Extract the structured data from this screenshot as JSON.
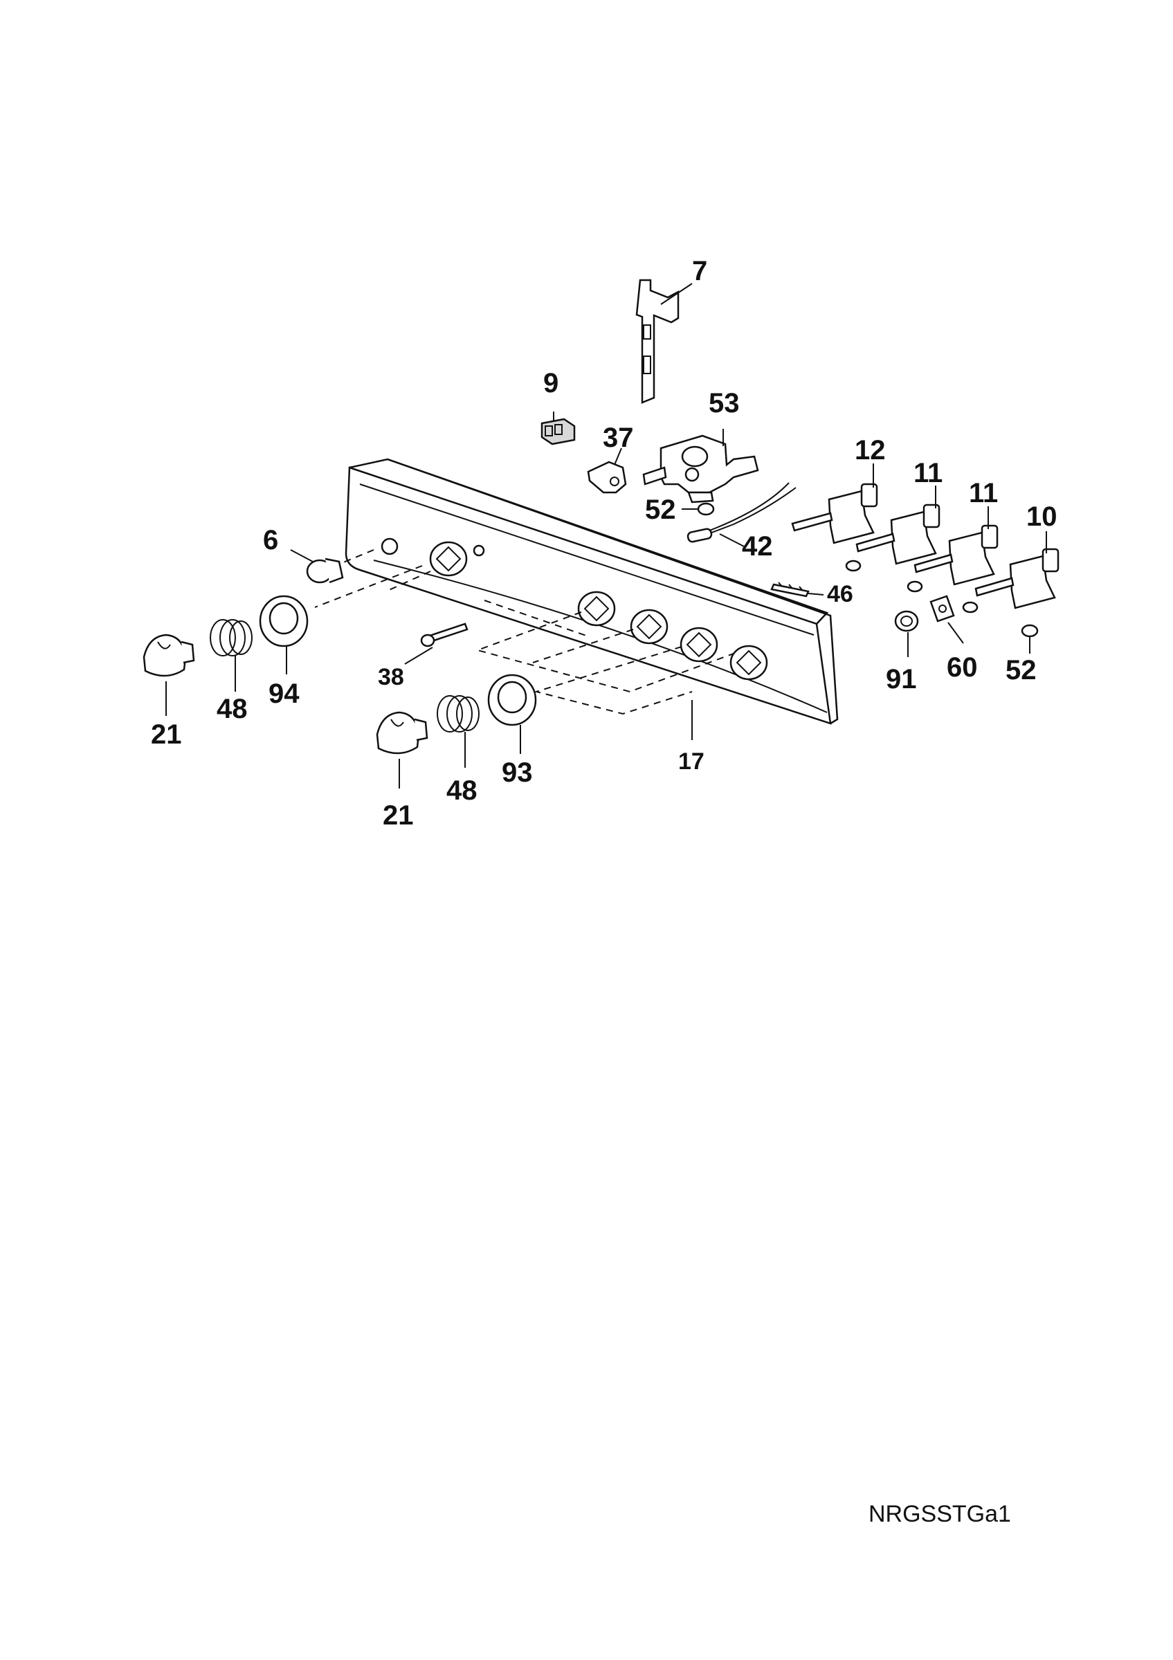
{
  "reference_code": "NRGSSTGa1",
  "part_labels": {
    "p7": "7",
    "p9": "9",
    "p53": "53",
    "p37": "37",
    "p12": "12",
    "p11a": "11",
    "p11b": "11",
    "p10": "10",
    "p52a": "52",
    "p42": "42",
    "p6": "6",
    "p46": "46",
    "p91": "91",
    "p60": "60",
    "p52b": "52",
    "p38": "38",
    "p94": "94",
    "p48a": "48",
    "p21a": "21",
    "p17": "17",
    "p93": "93",
    "p48b": "48",
    "p21b": "21"
  }
}
